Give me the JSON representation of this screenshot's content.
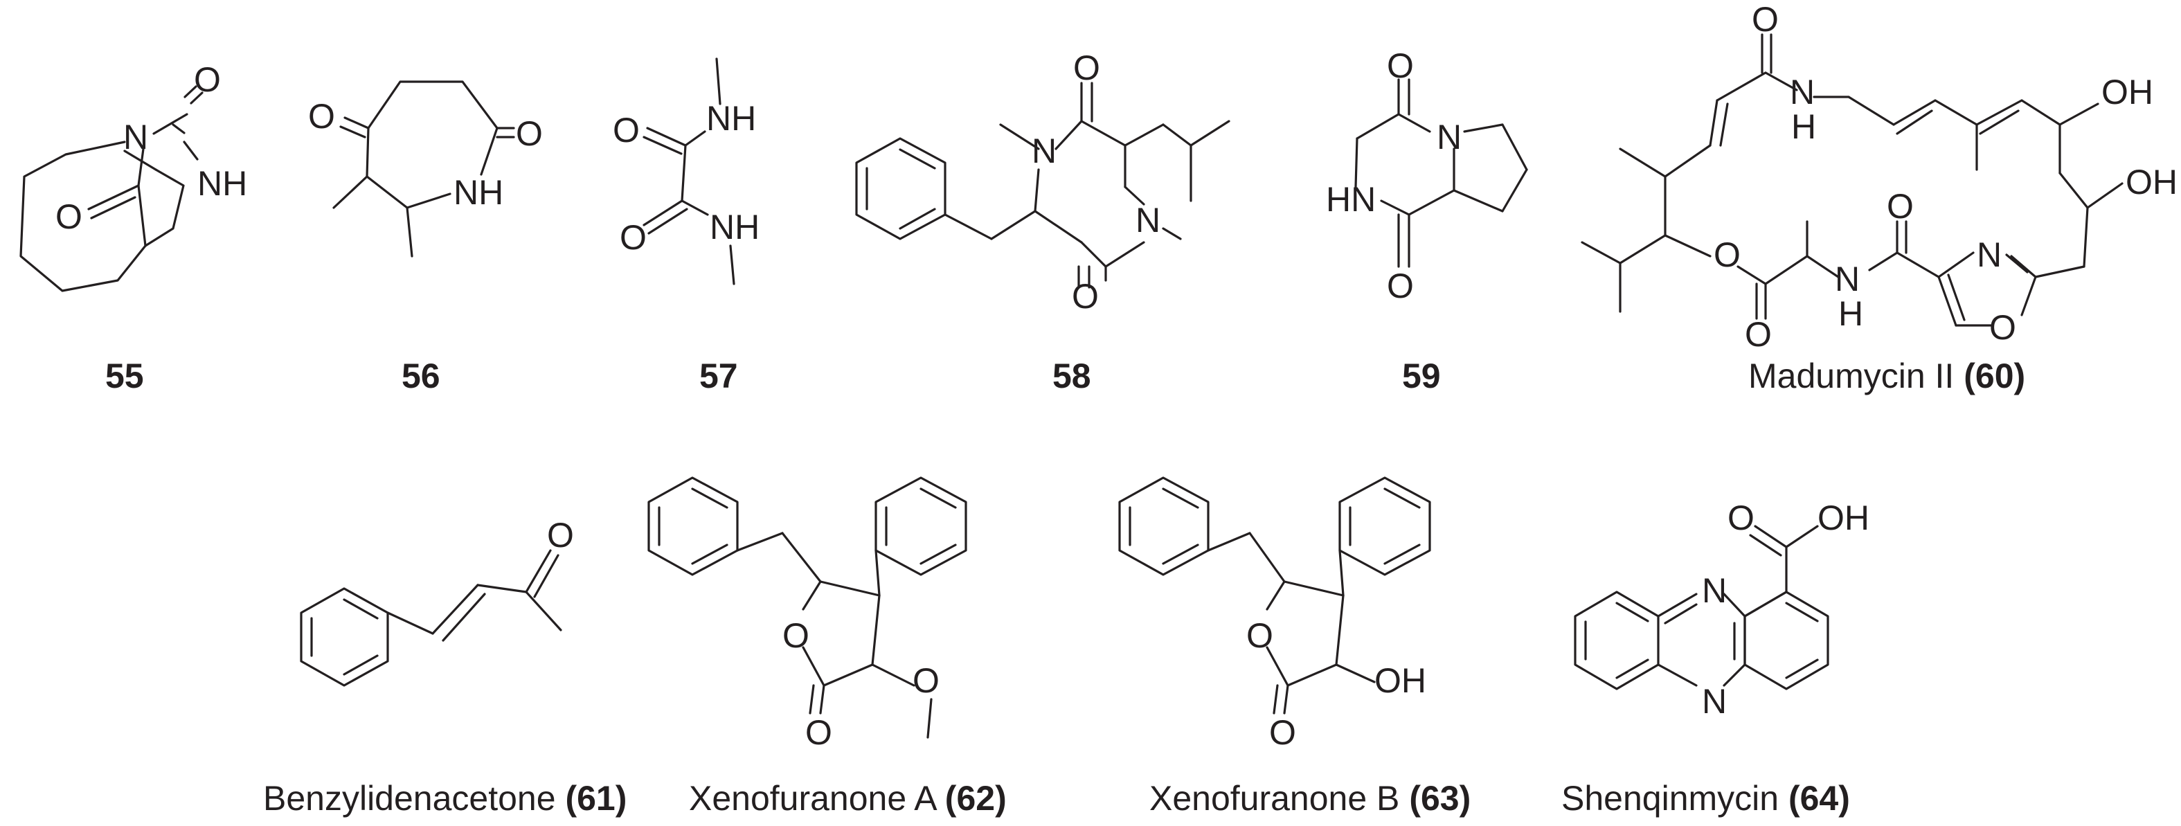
{
  "atoms": {
    "O": "O",
    "N": "N",
    "NH": "NH",
    "HN": "HN",
    "H": "H",
    "OH": "OH"
  },
  "compounds": [
    {
      "id": "55",
      "name": "",
      "number": "55"
    },
    {
      "id": "56",
      "name": "",
      "number": "56"
    },
    {
      "id": "57",
      "name": "",
      "number": "57"
    },
    {
      "id": "58",
      "name": "",
      "number": "58"
    },
    {
      "id": "59",
      "name": "",
      "number": "59"
    },
    {
      "id": "60",
      "name": "Madumycin II",
      "number": "(60)"
    },
    {
      "id": "61",
      "name": "Benzylidenacetone",
      "number": "(61)"
    },
    {
      "id": "62",
      "name": "Xenofuranone A",
      "number": "(62)"
    },
    {
      "id": "63",
      "name": "Xenofuranone B",
      "number": "(63)"
    },
    {
      "id": "64",
      "name": "Shenqinmycin",
      "number": "(64)"
    }
  ]
}
